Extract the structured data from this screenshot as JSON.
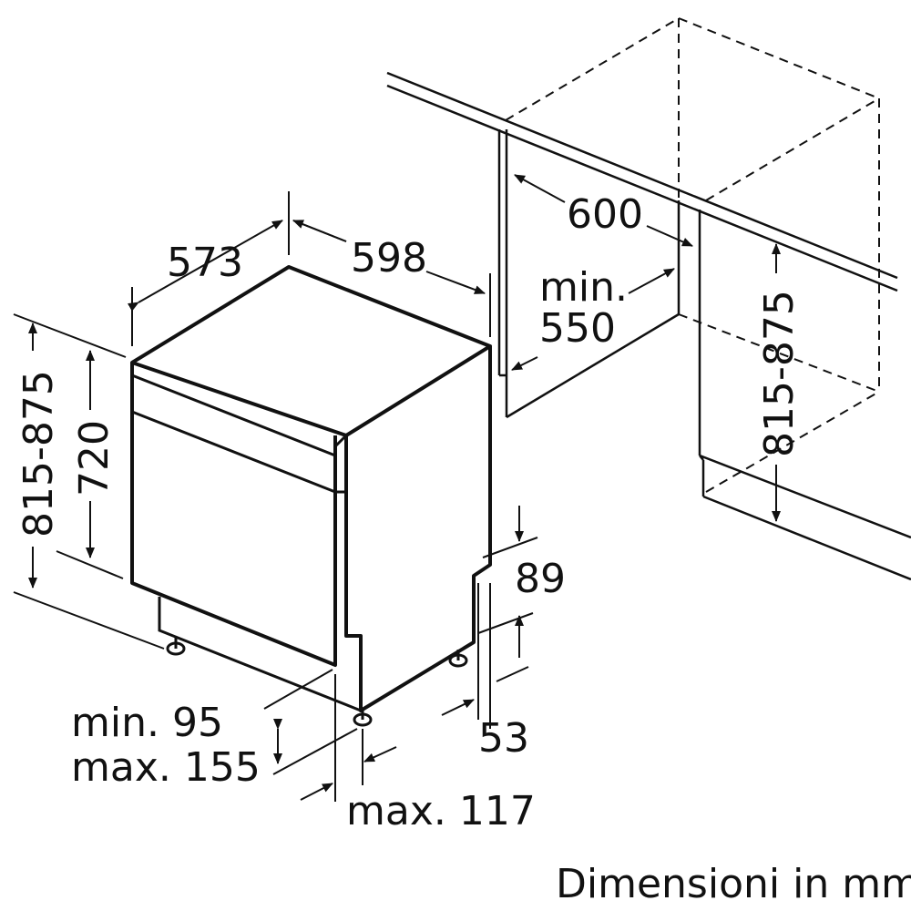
{
  "dimensions": {
    "depth_appliance": "573",
    "width_appliance": "598",
    "height_range_left": "815-875",
    "height_body": "720",
    "niche_depth": "600",
    "niche_width_min_line1": "min.",
    "niche_width_min_line2": "550",
    "niche_height_range": "815-875",
    "plinth_height": "89",
    "plinth_setback": "53",
    "feet_min": "min. 95",
    "feet_max": "max. 155",
    "door_max": "max. 117"
  },
  "caption": "Dimensioni in mm"
}
